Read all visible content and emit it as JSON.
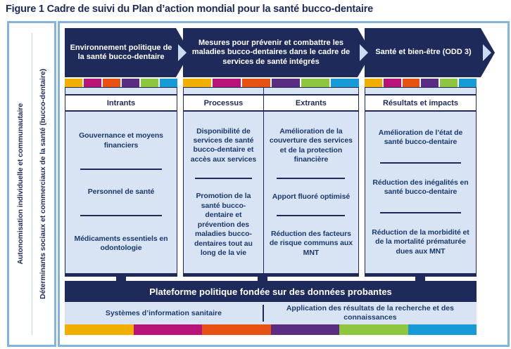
{
  "figure_title": "Figure 1 Cadre de suivi du Plan d’action mondial pour la santé bucco-dentaire",
  "side_labels": [
    "Autonomisation individuelle et communautaire",
    "Déterminants sociaux et commerciaux de la santé (bucco-dentaire)"
  ],
  "palette": {
    "navy": "#1e2a5a",
    "body_text": "#1b3a6d",
    "cell_background": "#d8e4f4",
    "frame_border": "#82b4dd",
    "chevron": "#cbdcf0"
  },
  "stripe_colors": [
    "#efae00",
    "#b81378",
    "#e75112",
    "#5b2d82",
    "#8ec63f",
    "#169bd7"
  ],
  "columns": [
    {
      "header": "Environnement politique de la santé bucco-dentaire",
      "sections": [
        {
          "label": "Intrants",
          "items": [
            "Gouvernance et moyens financiers",
            "Personnel de santé",
            "Médicaments essentiels en odontologie"
          ]
        }
      ]
    },
    {
      "header": "Mesures pour prévenir et combattre les maladies bucco-dentaires dans le cadre de services de santé intégrés",
      "sections": [
        {
          "label": "Processus",
          "items": [
            "Disponibilité de services de santé bucco-dentaire et accès aux services",
            "Promotion de la santé bucco-dentaire et prévention des maladies bucco-dentaires tout au long de la vie"
          ]
        },
        {
          "label": "Extrants",
          "items": [
            "Amélioration de la couverture des services et de la protection financière",
            "Apport fluoré optimisé",
            "Réduction des facteurs de risque communs aux MNT"
          ]
        }
      ]
    },
    {
      "header": "Santé et bien-être (ODD 3)",
      "sections": [
        {
          "label": "Résultats et impacts",
          "items": [
            "Amélioration de l’état de santé bucco-dentaire",
            "Réduction des inégalités en santé bucco-dentaire",
            "Réduction de la morbidité et de la mortalité prématurée dues aux MNT"
          ]
        }
      ]
    }
  ],
  "platform": {
    "title": "Plateforme politique fondée sur des données probantes",
    "cells": [
      "Systèmes d’information sanitaire",
      "Application des résultats de la recherche et des connaissances"
    ]
  }
}
